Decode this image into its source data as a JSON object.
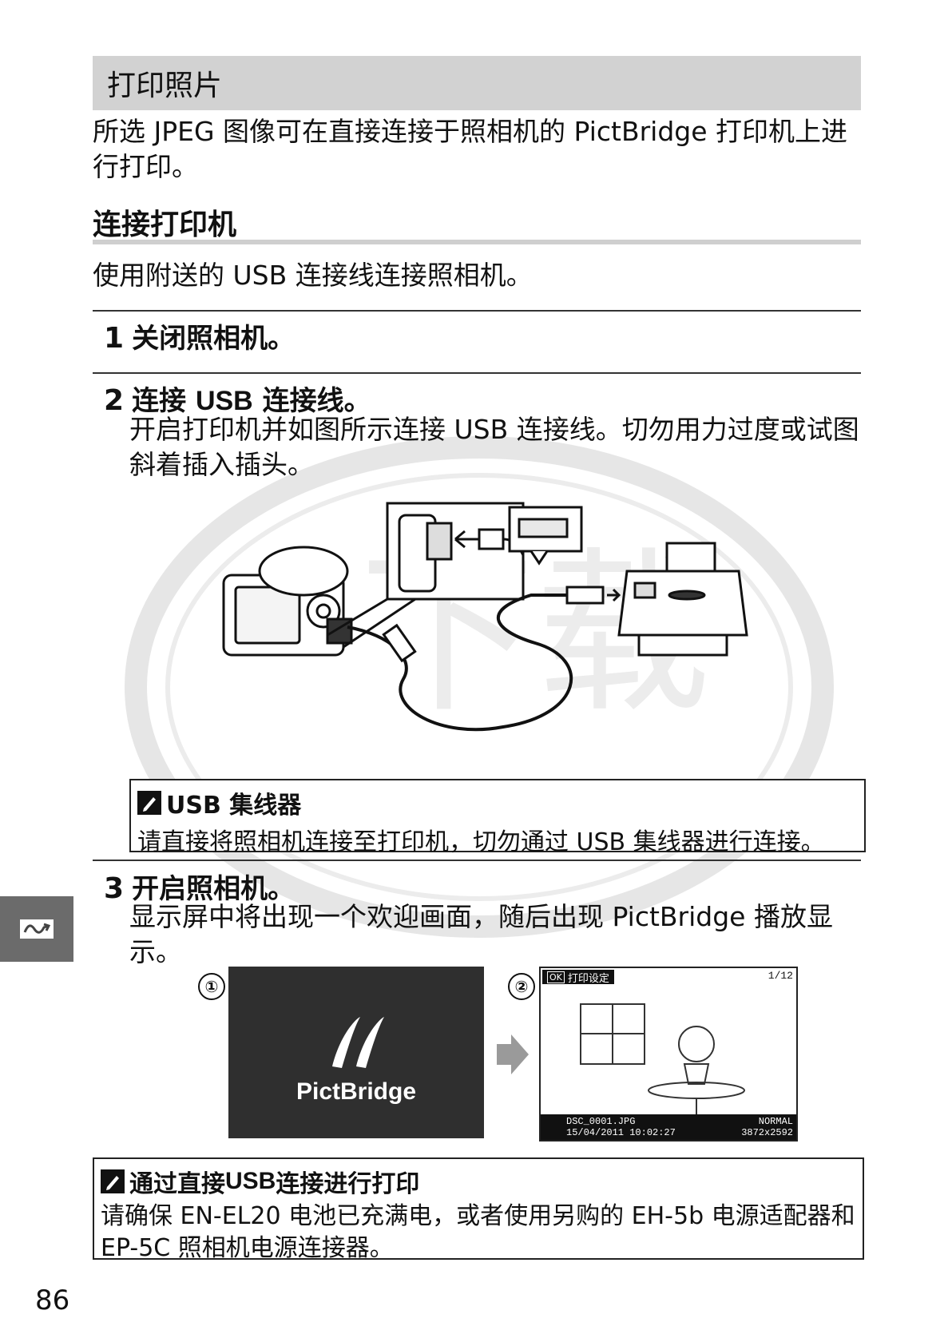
{
  "header": {
    "title": "打印照片"
  },
  "intro": "所选 JPEG 图像可在直接连接于照相机的 PictBridge 打印机上进行打印。",
  "section": {
    "title": "连接打印机",
    "text": "使用附送的 USB 连接线连接照相机。"
  },
  "steps": [
    {
      "num": "1",
      "title": "关闭照相机。"
    },
    {
      "num": "2",
      "title_a": "连接 ",
      "title_b": "USB",
      "title_c": " 连接线。",
      "body": "开启打印机并如图所示连接 USB 连接线。切勿用力过度或试图斜着插入插头。"
    },
    {
      "num": "3",
      "title": "开启照相机。",
      "body": "显示屏中将出现一个欢迎画面，随后出现 PictBridge 播放显示。"
    }
  ],
  "note_usb_hub": {
    "title": "USB 集线器",
    "body": "请直接将照相机连接至打印机，切勿通过 USB 集线器进行连接。"
  },
  "note_direct": {
    "title_a": "通过直接 ",
    "title_b": "USB",
    "title_c": " 连接进行打印",
    "body": "请确保 EN-EL20 电池已充满电，或者使用另购的 EH-5b 电源适配器和 EP-5C 照相机电源连接器。"
  },
  "screens": {
    "marker1": "①",
    "marker2": "②",
    "logo_text": "PictBridge",
    "print_setup": "打印设定",
    "ok_label": "OK",
    "counter": "1/12",
    "filename": "DSC_0001.JPG",
    "datetime": "15/04/2011  10:02:27",
    "quality": "NORMAL",
    "size": "3872x2592"
  },
  "page_number": "86",
  "colors": {
    "title_bar": "#d2d2d2",
    "side_tab": "#6b6b6b",
    "screen_dark": "#2f2f2f"
  }
}
